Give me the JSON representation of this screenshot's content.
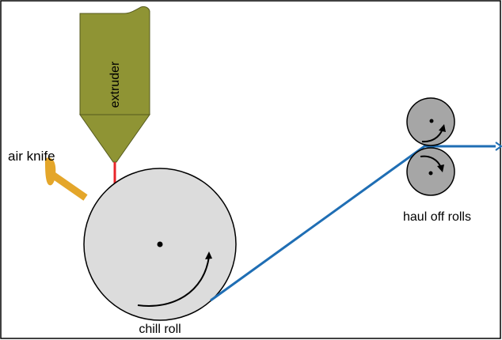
{
  "diagram": {
    "labels": {
      "extruder": "extruder",
      "air_knife": "air knife",
      "haul_off_rolls": "haul off rolls",
      "chill_roll": "chill roll"
    },
    "colors": {
      "extruder_fill": "#8f9434",
      "extruder_stroke": "#555a1e",
      "air_knife": "#e4a62a",
      "melt_curtain": "#e8252a",
      "film_web": "#1f6eb4",
      "roll_fill": "#dcdcdc",
      "haul_roll_fill": "#a6a6a6",
      "outline": "#000000",
      "frame": "#000000"
    }
  }
}
